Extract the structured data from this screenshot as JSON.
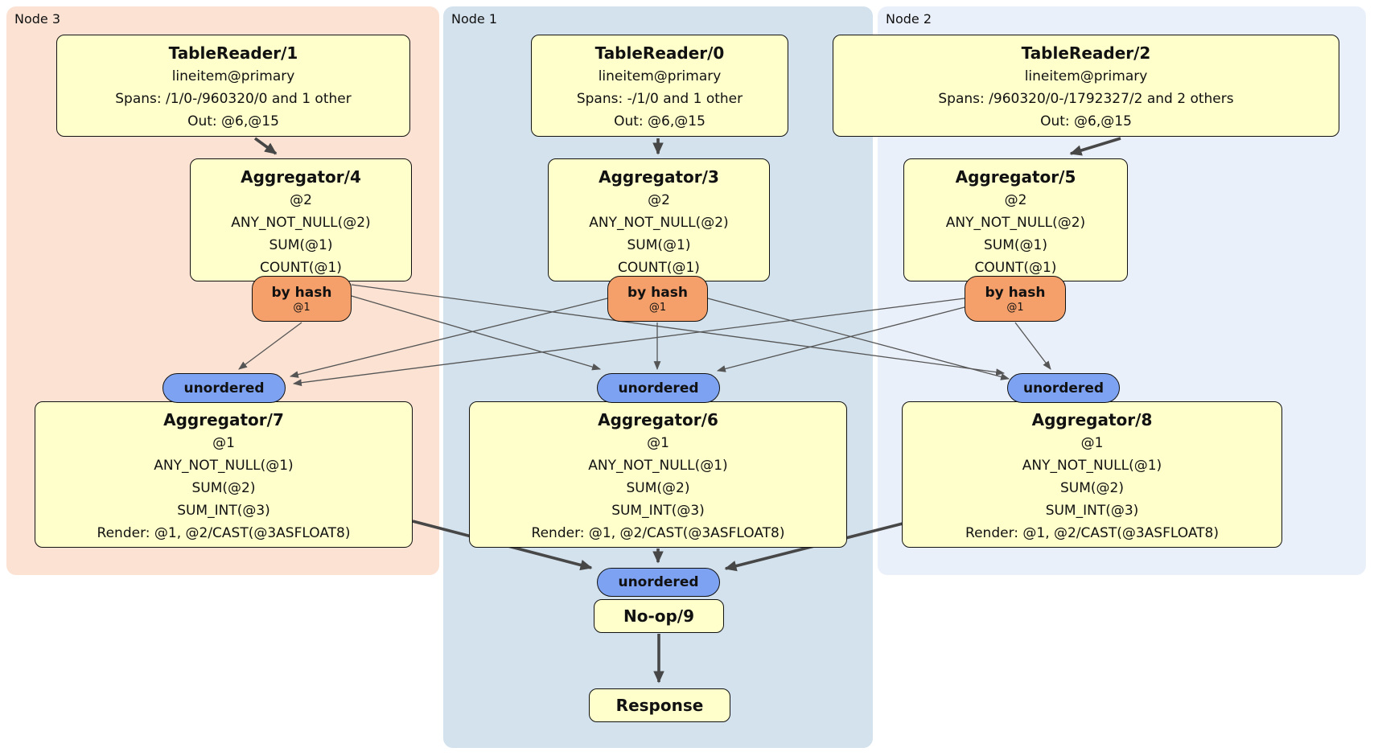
{
  "regions": [
    {
      "id": "node3",
      "label": "Node 3",
      "bg": "#fbe2d3"
    },
    {
      "id": "node1",
      "label": "Node 1",
      "bg": "#d3e2ed"
    },
    {
      "id": "node2",
      "label": "Node 2",
      "bg": "#eaf0fa"
    }
  ],
  "processors": [
    {
      "id": "tablereader-1",
      "title": "TableReader/1",
      "lines": [
        "lineitem@primary",
        "Spans: /1/0-/960320/0 and 1 other",
        "Out: @6,@15"
      ]
    },
    {
      "id": "tablereader-0",
      "title": "TableReader/0",
      "lines": [
        "lineitem@primary",
        "Spans: -/1/0 and 1 other",
        "Out: @6,@15"
      ]
    },
    {
      "id": "tablereader-2",
      "title": "TableReader/2",
      "lines": [
        "lineitem@primary",
        "Spans: /960320/0-/1792327/2 and 2 others",
        "Out: @6,@15"
      ]
    },
    {
      "id": "aggregator-4",
      "title": "Aggregator/4",
      "lines": [
        "@2",
        "ANY_NOT_NULL(@2)",
        "SUM(@1)",
        "COUNT(@1)"
      ]
    },
    {
      "id": "aggregator-3",
      "title": "Aggregator/3",
      "lines": [
        "@2",
        "ANY_NOT_NULL(@2)",
        "SUM(@1)",
        "COUNT(@1)"
      ]
    },
    {
      "id": "aggregator-5",
      "title": "Aggregator/5",
      "lines": [
        "@2",
        "ANY_NOT_NULL(@2)",
        "SUM(@1)",
        "COUNT(@1)"
      ]
    },
    {
      "id": "aggregator-7",
      "title": "Aggregator/7",
      "lines": [
        "@1",
        "ANY_NOT_NULL(@1)",
        "SUM(@2)",
        "SUM_INT(@3)",
        "Render: @1, @2/CAST(@3ASFLOAT8)"
      ]
    },
    {
      "id": "aggregator-6",
      "title": "Aggregator/6",
      "lines": [
        "@1",
        "ANY_NOT_NULL(@1)",
        "SUM(@2)",
        "SUM_INT(@3)",
        "Render: @1, @2/CAST(@3ASFLOAT8)"
      ]
    },
    {
      "id": "aggregator-8",
      "title": "Aggregator/8",
      "lines": [
        "@1",
        "ANY_NOT_NULL(@1)",
        "SUM(@2)",
        "SUM_INT(@3)",
        "Render: @1, @2/CAST(@3ASFLOAT8)"
      ]
    },
    {
      "id": "no-op-9",
      "title": "No-op/9",
      "lines": []
    },
    {
      "id": "response",
      "title": "Response",
      "lines": []
    }
  ],
  "routers": [
    {
      "id": "by-hash-4",
      "label": "by hash",
      "key": "@1"
    },
    {
      "id": "by-hash-3",
      "label": "by hash",
      "key": "@1"
    },
    {
      "id": "by-hash-5",
      "label": "by hash",
      "key": "@1"
    }
  ],
  "syncs": [
    {
      "id": "unordered-left",
      "label": "unordered"
    },
    {
      "id": "unordered-middle",
      "label": "unordered"
    },
    {
      "id": "unordered-right",
      "label": "unordered"
    },
    {
      "id": "unordered-final",
      "label": "unordered"
    }
  ],
  "colors": {
    "processor_fill": "#ffffcc",
    "router_fill": "#f5a06b",
    "sync_fill": "#7da2f2",
    "region_node3": "#fbe2d3",
    "region_node1": "#d3e2ed",
    "region_node2": "#eaf0fa",
    "edge_thin": "#555555",
    "edge_thick": "#474747",
    "border": "#111111"
  }
}
